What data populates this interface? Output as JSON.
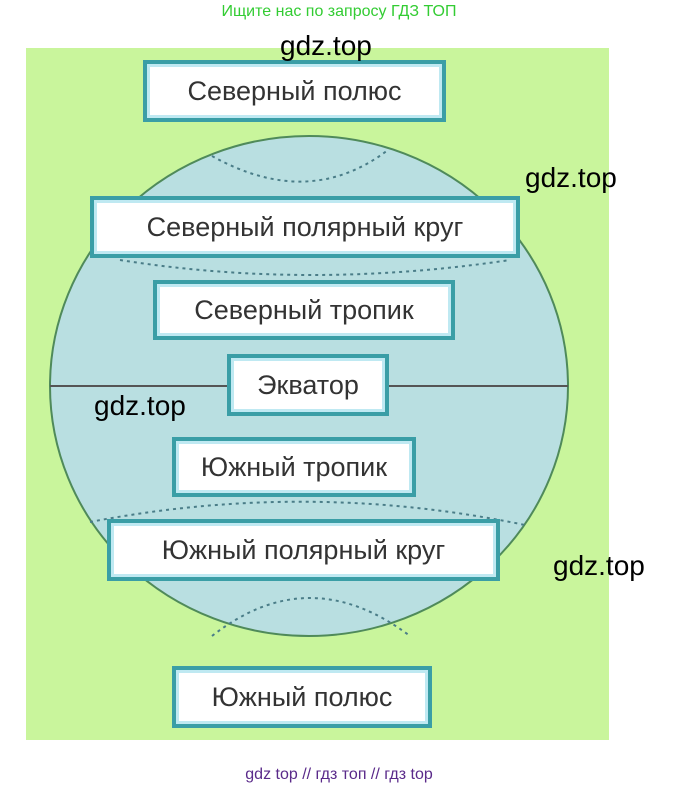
{
  "header": {
    "caption": "Ищите нас по запросу ГДЗ ТОП"
  },
  "diagram": {
    "labels": {
      "north_pole": "Северный полюс",
      "arctic_circle": "Северный полярный круг",
      "tropic_cancer": "Северный тропик",
      "equator": "Экватор",
      "tropic_capricorn": "Южный тропик",
      "antarctic_circle": "Южный полярный круг",
      "south_pole": "Южный полюс"
    },
    "colors": {
      "background": "#c9f59c",
      "globe": "#b9dfe1",
      "border": "#3a9ea6"
    }
  },
  "watermarks": [
    "gdz.top",
    "gdz.top",
    "gdz.top",
    "gdz.top"
  ],
  "footer": {
    "caption": "gdz top  //  гдз топ  //  гдз top"
  }
}
